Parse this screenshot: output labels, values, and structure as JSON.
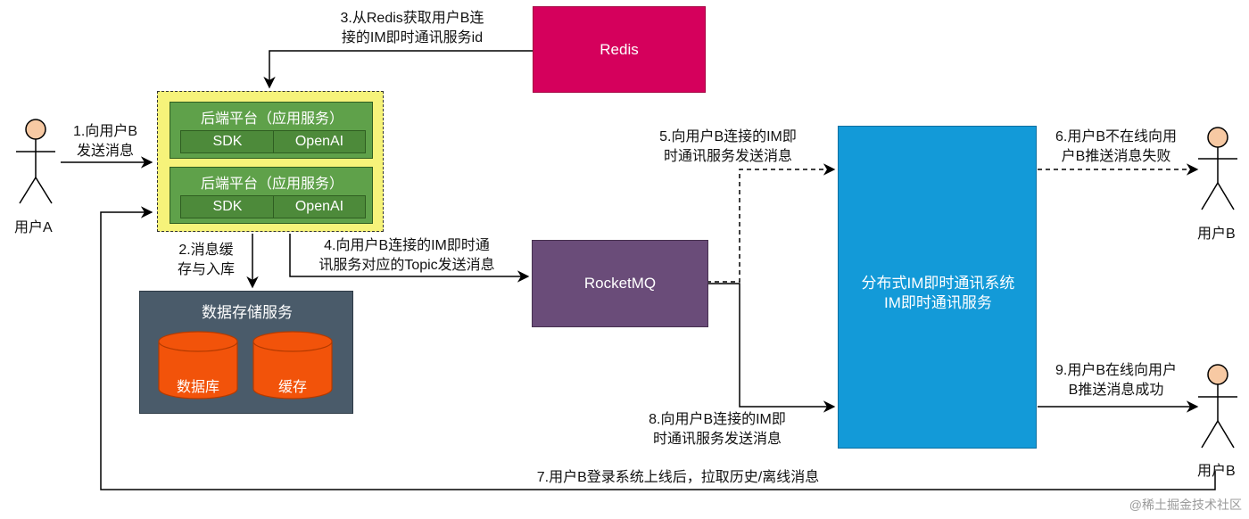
{
  "users": {
    "user_a": "用户A",
    "user_b_top": "用户B",
    "user_b_bottom": "用户B"
  },
  "nodes": {
    "redis": "Redis",
    "backend_title": "后端平台（应用服务）",
    "sdk": "SDK",
    "openai": "OpenAI",
    "rocketmq": "RocketMQ",
    "storage_title": "数据存储服务",
    "database": "数据库",
    "cache": "缓存",
    "im_system_line1": "分布式IM即时通讯系统",
    "im_system_line2": "IM即时通讯服务"
  },
  "edges": {
    "step1": [
      "1.向用户B",
      "发送消息"
    ],
    "step2": [
      "2.消息缓",
      "存与入库"
    ],
    "step3": [
      "3.从Redis获取用户B连",
      "接的IM即时通讯服务id"
    ],
    "step4": [
      "4.向用户B连接的IM即时通",
      "讯服务对应的Topic发送消息"
    ],
    "step5": [
      "5.向用户B连接的IM即",
      "时通讯服务发送消息"
    ],
    "step6": [
      "6.用户B不在线向用",
      "户B推送消息失败"
    ],
    "step7": "7.用户B登录系统上线后，拉取历史/离线消息",
    "step8": [
      "8.向用户B连接的IM即",
      "时通讯服务发送消息"
    ],
    "step9": [
      "9.用户B在线向用户",
      "B推送消息成功"
    ]
  },
  "watermark": "@稀土掘金技术社区",
  "colors": {
    "redis": "#d5005c",
    "backend_outer": "#f6f37a",
    "backend_inner": "#5fa14a",
    "rocketmq": "#6a4c79",
    "storage": "#4a5b6a",
    "db": "#f2530a",
    "im": "#139ad8",
    "person": "#f7c9a3"
  }
}
